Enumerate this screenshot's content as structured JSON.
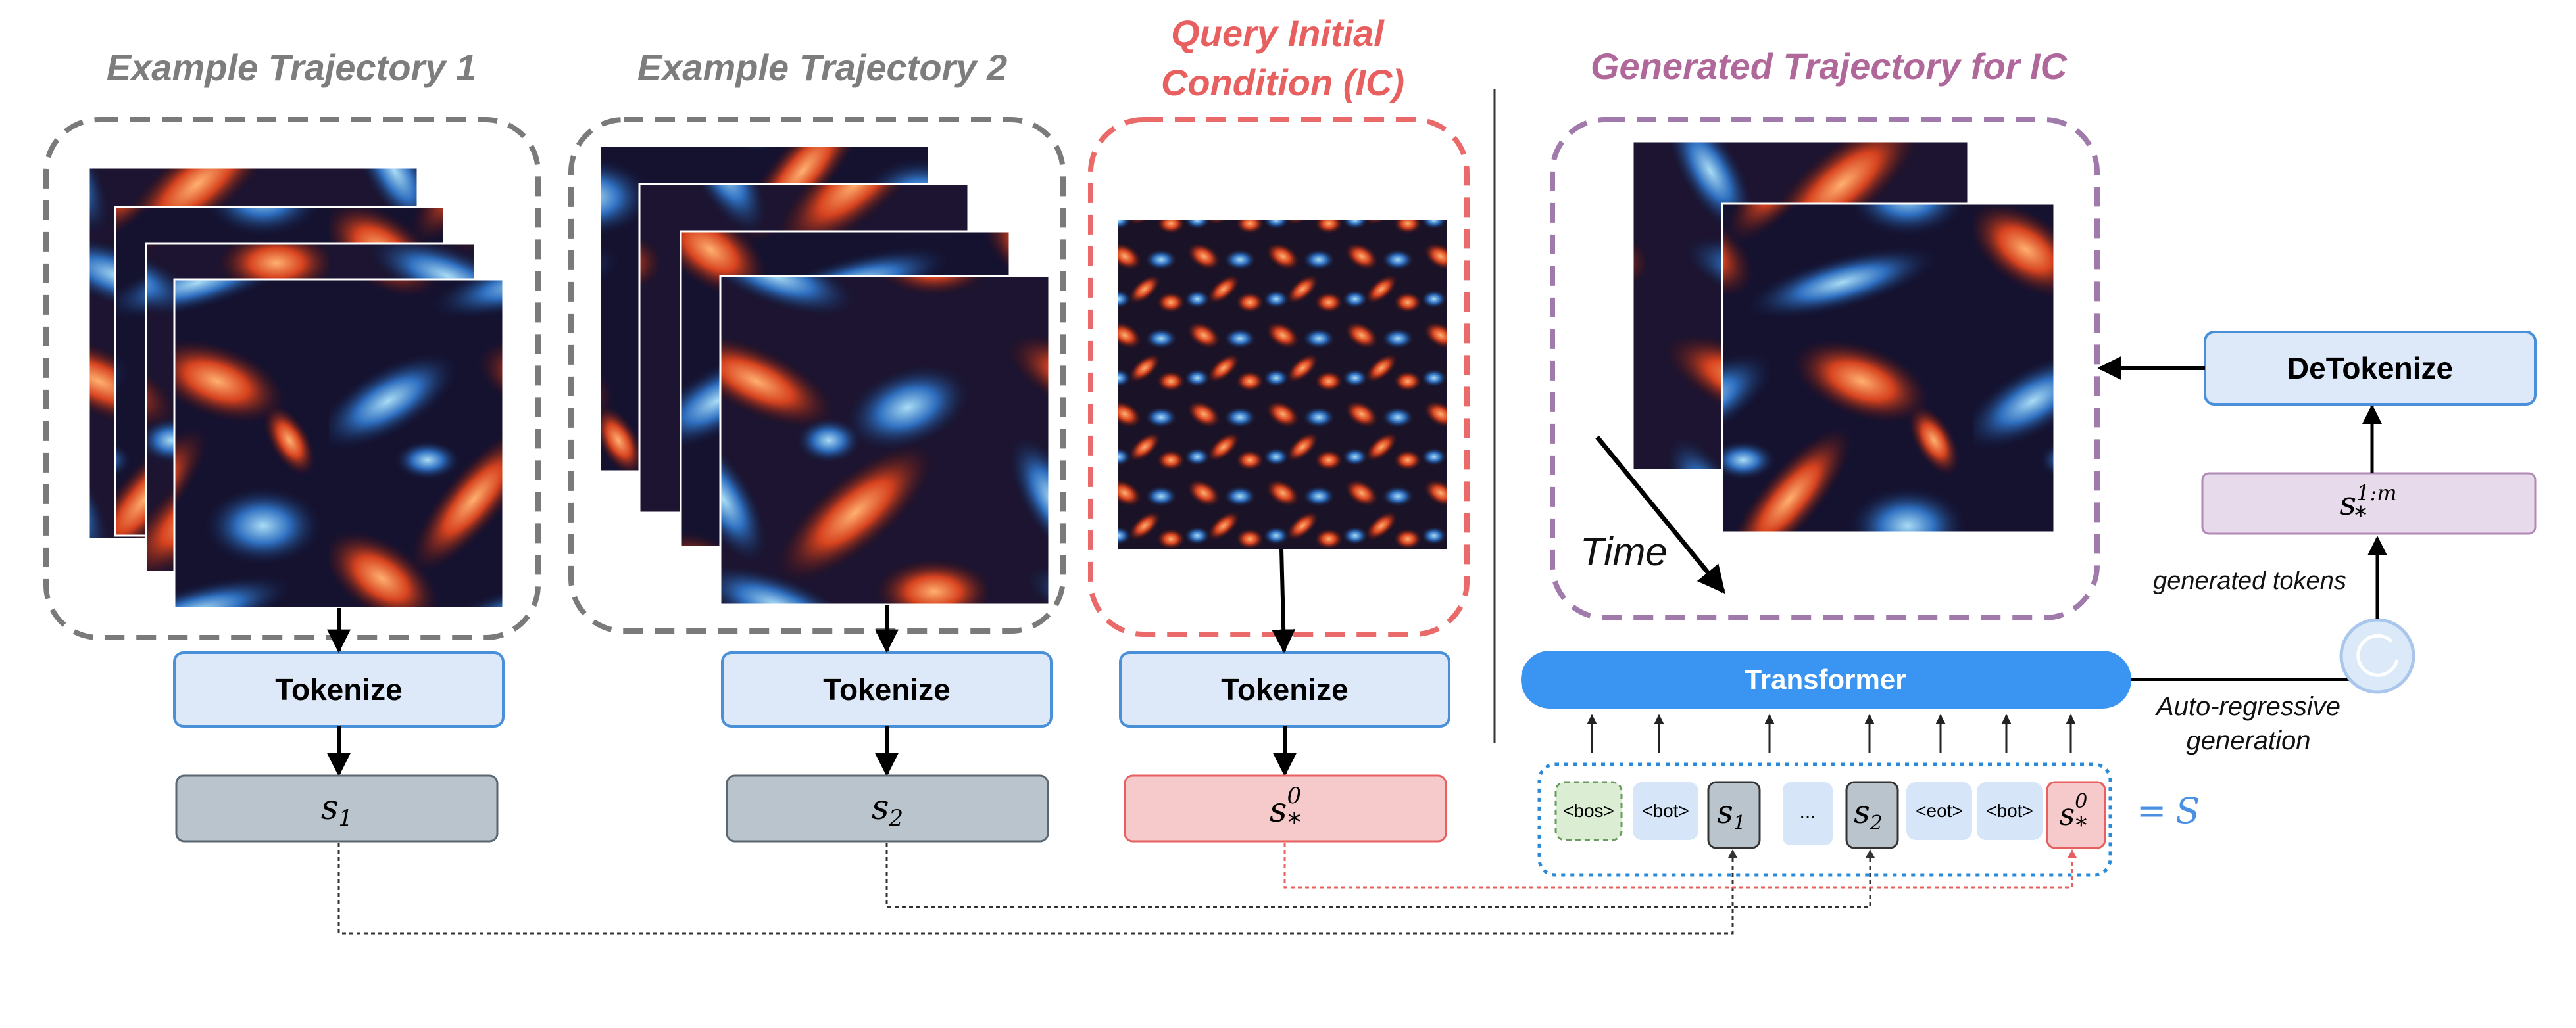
{
  "titles": {
    "example1": "Example Trajectory 1",
    "example2": "Example Trajectory 2",
    "query_line1": "Query Initial",
    "query_line2": "Condition (IC)",
    "generated": "Generated Trajectory for IC"
  },
  "boxes": {
    "tokenize": "Tokenize",
    "transformer": "Transformer",
    "detokenize": "DeTokenize"
  },
  "symbols": {
    "s": "s",
    "sub1": "1",
    "sub2": "2",
    "star": "*",
    "sup0": "0",
    "sup_1m": "1:m",
    "S": "S",
    "equals": "="
  },
  "sequence_tokens": {
    "bos": "<bos>",
    "bot": "<bot>",
    "eot": "<eot>",
    "ellipsis": "..."
  },
  "labels": {
    "time": "Time",
    "generated_tokens": "generated tokens",
    "autoregressive_line1": "Auto-regressive",
    "autoregressive_line2": "generation"
  },
  "colors": {
    "gray_dash": "#7a7a7a",
    "red_dash": "#ea6a6a",
    "purple_dash": "#a07aaa",
    "gray_title": "#7d7d7d",
    "red_title": "#e85f5f",
    "purple_title": "#b0689a",
    "tokenize_fill": "#dde9f8",
    "tokenize_stroke": "#4a90d9",
    "token_gray": "#b9c4cc",
    "token_red": "#f6caca",
    "token_blue": "#d6e6f8",
    "token_green": "#dbeed3",
    "transformer": "#3a95f2",
    "purple_box": "#e7daea",
    "dotted_blue": "#2b8ad8",
    "S_color": "#4a90e2"
  }
}
